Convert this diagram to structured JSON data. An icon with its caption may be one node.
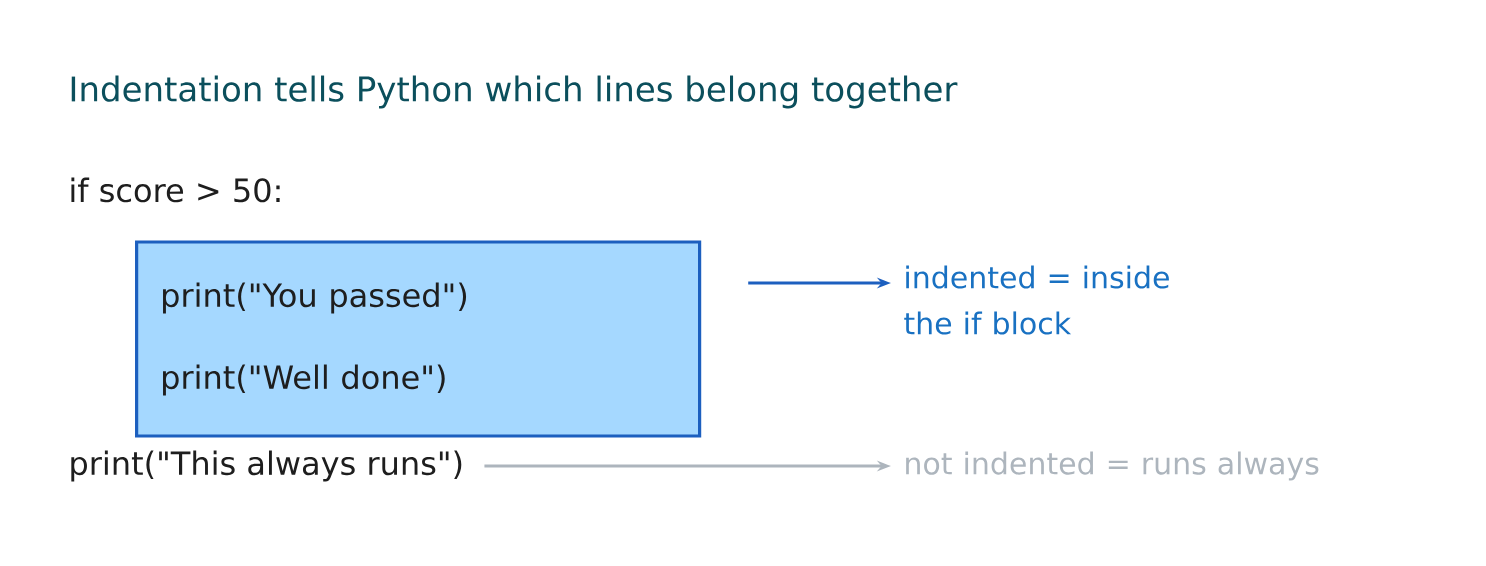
{
  "diagram": {
    "title": "Indentation tells Python which lines belong together",
    "nodes": [
      {
        "text": [
          "print(\"You passed\")",
          "print(\"Well done\")"
        ]
      },
      {
        "text": [
          "indented = inside the if block"
        ]
      },
      {
        "text": [
          "print(\"This always runs\")"
        ]
      },
      {
        "text": [
          "not indented = runs always"
        ]
      }
    ],
    "edges": [
      {
        "from": 0,
        "to": 1,
        "arrow": "to",
        "color": "#1c5fbf"
      },
      {
        "from": 2,
        "to": 3,
        "arrow": "to",
        "color": "#adb5bd"
      }
    ],
    "labels": [
      "if score > 50:"
    ]
  }
}
